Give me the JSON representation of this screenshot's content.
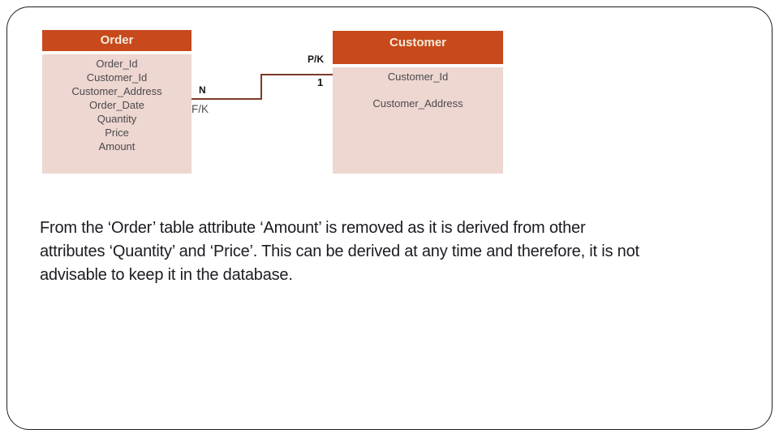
{
  "diagram": {
    "order_table": {
      "title": "Order",
      "attributes": [
        "Order_Id",
        "Customer_Id",
        "Customer_Address",
        "Order_Date",
        "Quantity",
        "Price",
        "Amount"
      ]
    },
    "customer_table": {
      "title": "Customer",
      "attributes": [
        "Customer_Id",
        "Customer_Address"
      ]
    },
    "relationship": {
      "order_cardinality": "N",
      "order_key_label": "F/K",
      "customer_key_label": "P/K",
      "customer_cardinality": "1"
    }
  },
  "paragraph": {
    "lines": [
      "From the ‘Order’ table attribute ‘Amount’ is removed as it is derived from other",
      "attributes ‘Quantity’ and ‘Price’. This can be derived at any time and therefore, it is not",
      "advisable to keep it in the database."
    ]
  },
  "colors": {
    "table_header_bg": "#c8491c",
    "table_header_text": "#f2ecdc",
    "table_body_bg": "#eed6d1",
    "connector_line": "#7d3a27",
    "slide_border": "#1f1f1f"
  }
}
